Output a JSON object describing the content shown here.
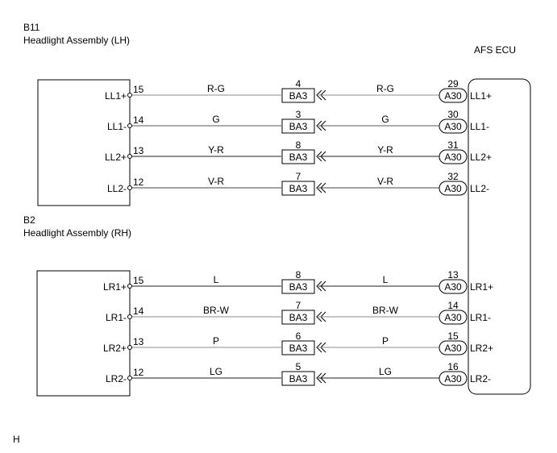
{
  "components": {
    "lh": {
      "code": "B11",
      "name": "Headlight Assembly (LH)"
    },
    "rh": {
      "code": "B2",
      "name": "Headlight Assembly (RH)"
    },
    "ecu": {
      "name": "AFS ECU"
    }
  },
  "footer_mark": "H",
  "wires": [
    {
      "group": "lh",
      "terminal": "LL1+",
      "pin": "15",
      "color_left": "R-G",
      "junction": "BA3",
      "junction_pin": "4",
      "color_right": "R-G",
      "ecu_connector": "A30",
      "ecu_pin": "29",
      "ecu_terminal": "LL1+"
    },
    {
      "group": "lh",
      "terminal": "LL1-",
      "pin": "14",
      "color_left": "G",
      "junction": "BA3",
      "junction_pin": "3",
      "color_right": "G",
      "ecu_connector": "A30",
      "ecu_pin": "30",
      "ecu_terminal": "LL1-"
    },
    {
      "group": "lh",
      "terminal": "LL2+",
      "pin": "13",
      "color_left": "Y-R",
      "junction": "BA3",
      "junction_pin": "8",
      "color_right": "Y-R",
      "ecu_connector": "A30",
      "ecu_pin": "31",
      "ecu_terminal": "LL2+"
    },
    {
      "group": "lh",
      "terminal": "LL2-",
      "pin": "12",
      "color_left": "V-R",
      "junction": "BA3",
      "junction_pin": "7",
      "color_right": "V-R",
      "ecu_connector": "A30",
      "ecu_pin": "32",
      "ecu_terminal": "LL2-"
    },
    {
      "group": "rh",
      "terminal": "LR1+",
      "pin": "15",
      "color_left": "L",
      "junction": "BA3",
      "junction_pin": "8",
      "color_right": "L",
      "ecu_connector": "A30",
      "ecu_pin": "13",
      "ecu_terminal": "LR1+"
    },
    {
      "group": "rh",
      "terminal": "LR1-",
      "pin": "14",
      "color_left": "BR-W",
      "junction": "BA3",
      "junction_pin": "7",
      "color_right": "BR-W",
      "ecu_connector": "A30",
      "ecu_pin": "14",
      "ecu_terminal": "LR1-"
    },
    {
      "group": "rh",
      "terminal": "LR2+",
      "pin": "13",
      "color_left": "P",
      "junction": "BA3",
      "junction_pin": "6",
      "color_right": "P",
      "ecu_connector": "A30",
      "ecu_pin": "15",
      "ecu_terminal": "LR2+"
    },
    {
      "group": "rh",
      "terminal": "LR2-",
      "pin": "12",
      "color_left": "LG",
      "junction": "BA3",
      "junction_pin": "5",
      "color_right": "LG",
      "ecu_connector": "A30",
      "ecu_pin": "16",
      "ecu_terminal": "LR2-"
    }
  ]
}
